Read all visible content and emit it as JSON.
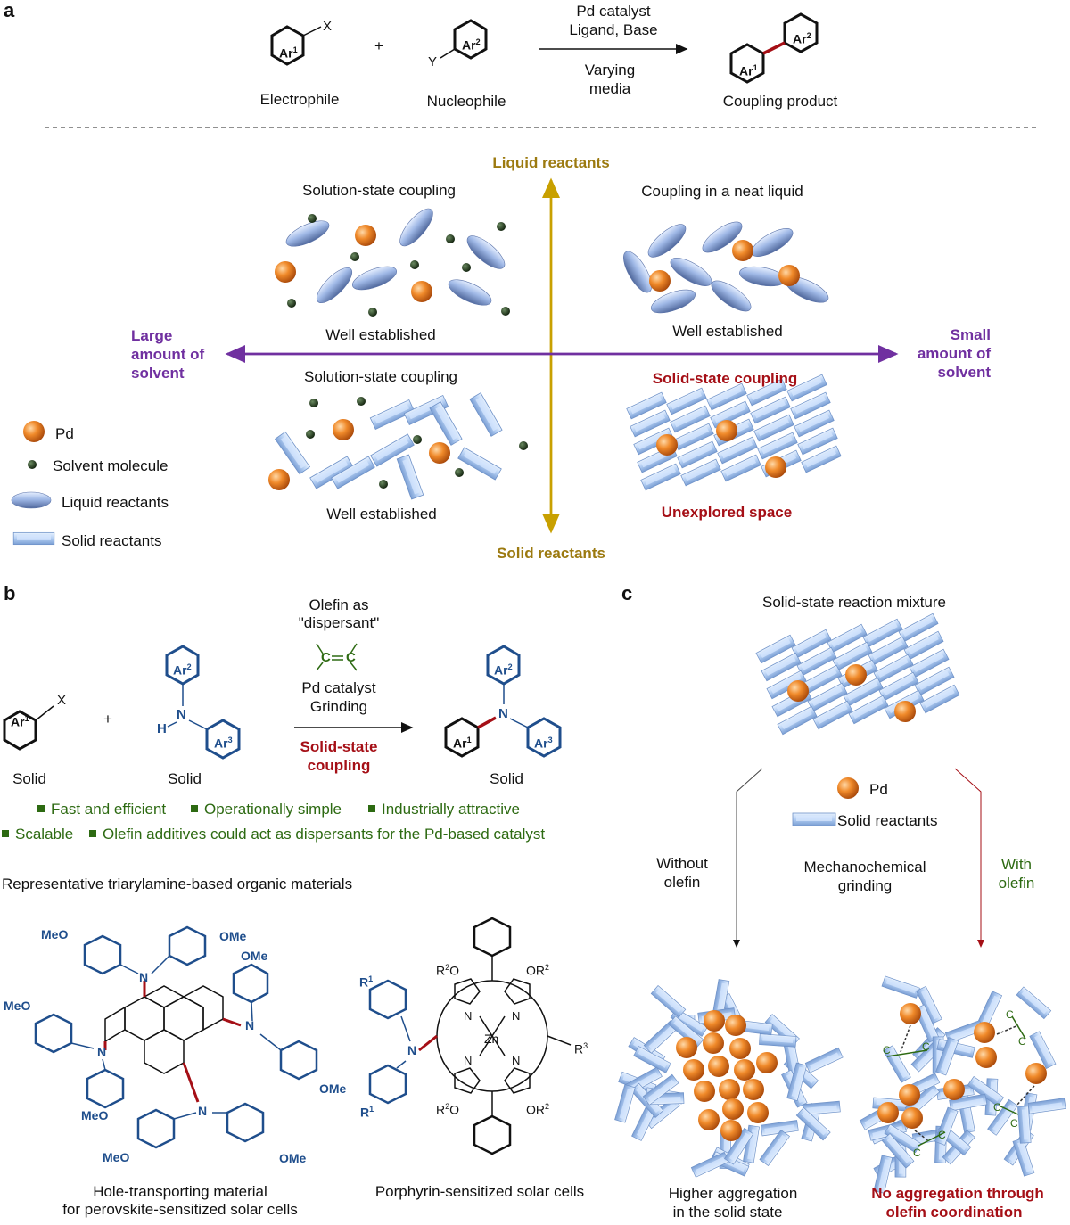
{
  "panel_labels": {
    "a": "a",
    "b": "b",
    "c": "c"
  },
  "panel_a": {
    "scheme": {
      "ar1": "Ar",
      "sup1": "1",
      "x": "X",
      "plus": "+",
      "y": "Y",
      "ar2": "Ar",
      "sup2": "2",
      "conditions_top": [
        "Pd catalyst",
        "Ligand, Base"
      ],
      "conditions_bottom": [
        "Varying",
        "media"
      ],
      "electrophile": "Electrophile",
      "nucleophile": "Nucleophile",
      "product": "Coupling product"
    },
    "axes": {
      "top": "Liquid reactants",
      "bottom": "Solid reactants",
      "left": [
        "Large",
        "amount of",
        "solvent"
      ],
      "right": [
        "Small",
        "amount of",
        "solvent"
      ]
    },
    "quadrants": {
      "tl_title": "Solution-state coupling",
      "tl_status": "Well established",
      "tr_title": "Coupling in a neat liquid",
      "tr_status": "Well established",
      "bl_title": "Solution-state coupling",
      "bl_status": "Well established",
      "br_title": "Solid-state coupling",
      "br_status": "Unexplored space"
    },
    "legend": {
      "pd": "Pd",
      "solvent": "Solvent molecule",
      "liquid": "Liquid reactants",
      "solid": "Solid reactants"
    }
  },
  "panel_b": {
    "scheme": {
      "olefin": [
        "Olefin as",
        "\"dispersant\""
      ],
      "cond": [
        "Pd catalyst",
        "Grinding"
      ],
      "solid_state": [
        "Solid-state",
        "coupling"
      ],
      "solid": "Solid",
      "h": "H",
      "n": "N",
      "c": "C",
      "ar1": "Ar",
      "ar2": "Ar",
      "ar3": "Ar",
      "s1": "1",
      "s2": "2",
      "s3": "3",
      "x": "X",
      "plus": "+"
    },
    "bullets_row1": [
      "Fast and efficient",
      "Operationally simple",
      "Industrially attractive"
    ],
    "bullets_row2": [
      "Scalable",
      "Olefin additives could act as dispersants for the Pd-based catalyst"
    ],
    "materials_title": "Representative triarylamine-based organic materials",
    "mol1": {
      "label": [
        "Hole-transporting material",
        "for perovskite-sensitized solar cells"
      ],
      "meo": "MeO",
      "ome": "OMe",
      "n": "N"
    },
    "mol2": {
      "label": "Porphyrin-sensitized solar cells",
      "r1": "R",
      "r1sup": "1",
      "r2o": "R",
      "r2sup": "2",
      "o": "O",
      "or2": "OR",
      "r3": "R",
      "r3sup": "3",
      "zn": "Zn",
      "n": "N"
    }
  },
  "panel_c": {
    "title": "Solid-state reaction mixture",
    "legend_pd": "Pd",
    "legend_solid": "Solid reactants",
    "without": [
      "Without",
      "olefin"
    ],
    "middle": [
      "Mechanochemical",
      "grinding"
    ],
    "with": [
      "With",
      "olefin"
    ],
    "left_caption": [
      "Higher aggregation",
      "in the solid state"
    ],
    "right_caption": [
      "No aggregation through",
      "olefin coordination"
    ],
    "c_label": "C"
  },
  "colors": {
    "pd_orange": "#e8731c",
    "solvent_green": "#1f3a1a",
    "reactant_blue": "#aac8f0",
    "purple": "#7030a0",
    "gold": "#c8a000",
    "dark_red": "#a50f16",
    "green": "#2d6a12",
    "blue": "#1f4e8c"
  }
}
